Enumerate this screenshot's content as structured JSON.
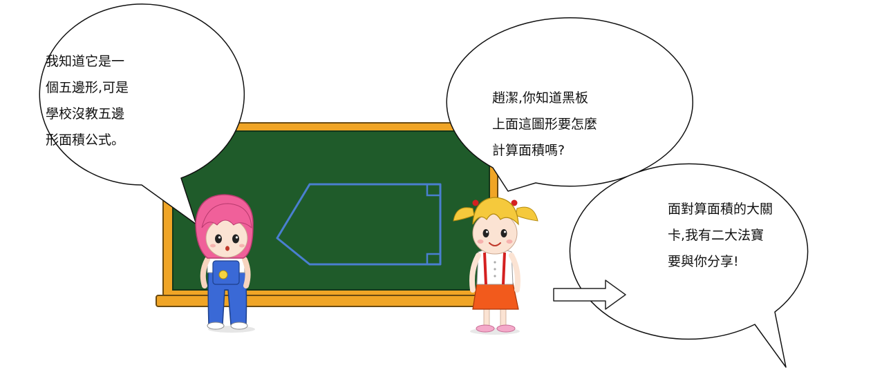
{
  "bubbles": {
    "left": {
      "lines": [
        "我知道它是一",
        "個五邊形,可是",
        "學校沒教五邊",
        "形面積公式。"
      ]
    },
    "middle": {
      "lines": [
        "趙潔,你知道黑板",
        "上面這圖形要怎麼",
        "計算面積嗎?"
      ]
    },
    "right": {
      "lines": [
        "面對算面積的大關",
        "卡,我有二大法寶",
        "要與你分享!"
      ]
    }
  },
  "colors": {
    "board_green": "#1f5b2a",
    "board_frame": "#f0a526",
    "frame_shadow": "#6a4a12",
    "pentagon_stroke": "#4a7fd0",
    "pink_hair": "#f0609a",
    "blonde_hair": "#f5c93c",
    "blue_overall": "#3a69d6",
    "orange_skirt": "#f25a1c",
    "red_suspender": "#d42020"
  },
  "icons": {
    "arrow": "right-arrow-icon",
    "girl_left": "pink-haired-girl",
    "girl_right": "blonde-girl"
  }
}
